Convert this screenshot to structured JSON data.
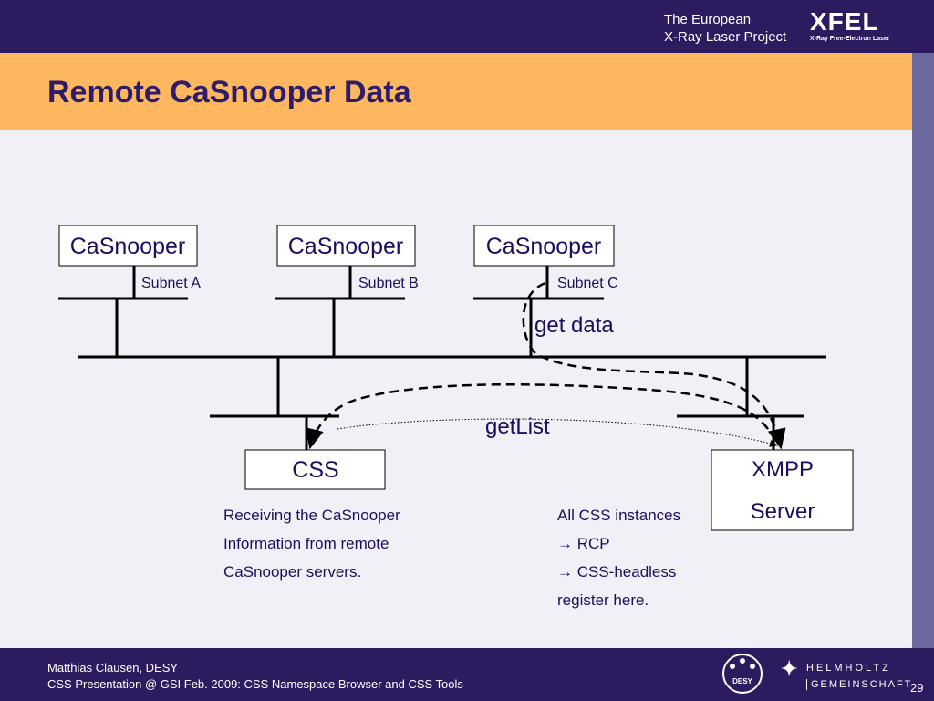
{
  "header": {
    "brand_line1": "The European",
    "brand_line2": "X-Ray Laser Project",
    "logo_text": "XFEL",
    "logo_subtext": "X-Ray Free-Electron Laser"
  },
  "slide": {
    "title": "Remote CaSnooper Data"
  },
  "diagram": {
    "casnoopers": [
      {
        "label": "CaSnooper",
        "subnet": "Subnet A"
      },
      {
        "label": "CaSnooper",
        "subnet": "Subnet B"
      },
      {
        "label": "CaSnooper",
        "subnet": "Subnet C"
      }
    ],
    "css_box": "CSS",
    "xmpp_line1": "XMPP",
    "xmpp_line2": "Server",
    "get_data_label": "get data",
    "getlist_label": "getList",
    "css_note": [
      "Receiving the CaSnooper",
      "Information from remote",
      "CaSnooper servers."
    ],
    "xmpp_note": [
      "All CSS instances",
      "→   RCP",
      "→   CSS-headless",
      "register here."
    ]
  },
  "footer": {
    "author": "Matthias Clausen, DESY",
    "event": "CSS Presentation @ GSI Feb. 2009: CSS Namespace Browser and CSS Tools",
    "desy_logo_text": "DESY",
    "helmholtz_line1": "HELMHOLTZ",
    "helmholtz_line2": "GEMEINSCHAFT",
    "page_number": "29"
  },
  "colors": {
    "header_bg": "#2d1b5f",
    "title_band": "#fdb75e",
    "title_text": "#2d1b6b",
    "content_bg": "#f1f0f6",
    "accent_strip": "#6e6aa0",
    "diagram_text": "#1a0f5c"
  }
}
